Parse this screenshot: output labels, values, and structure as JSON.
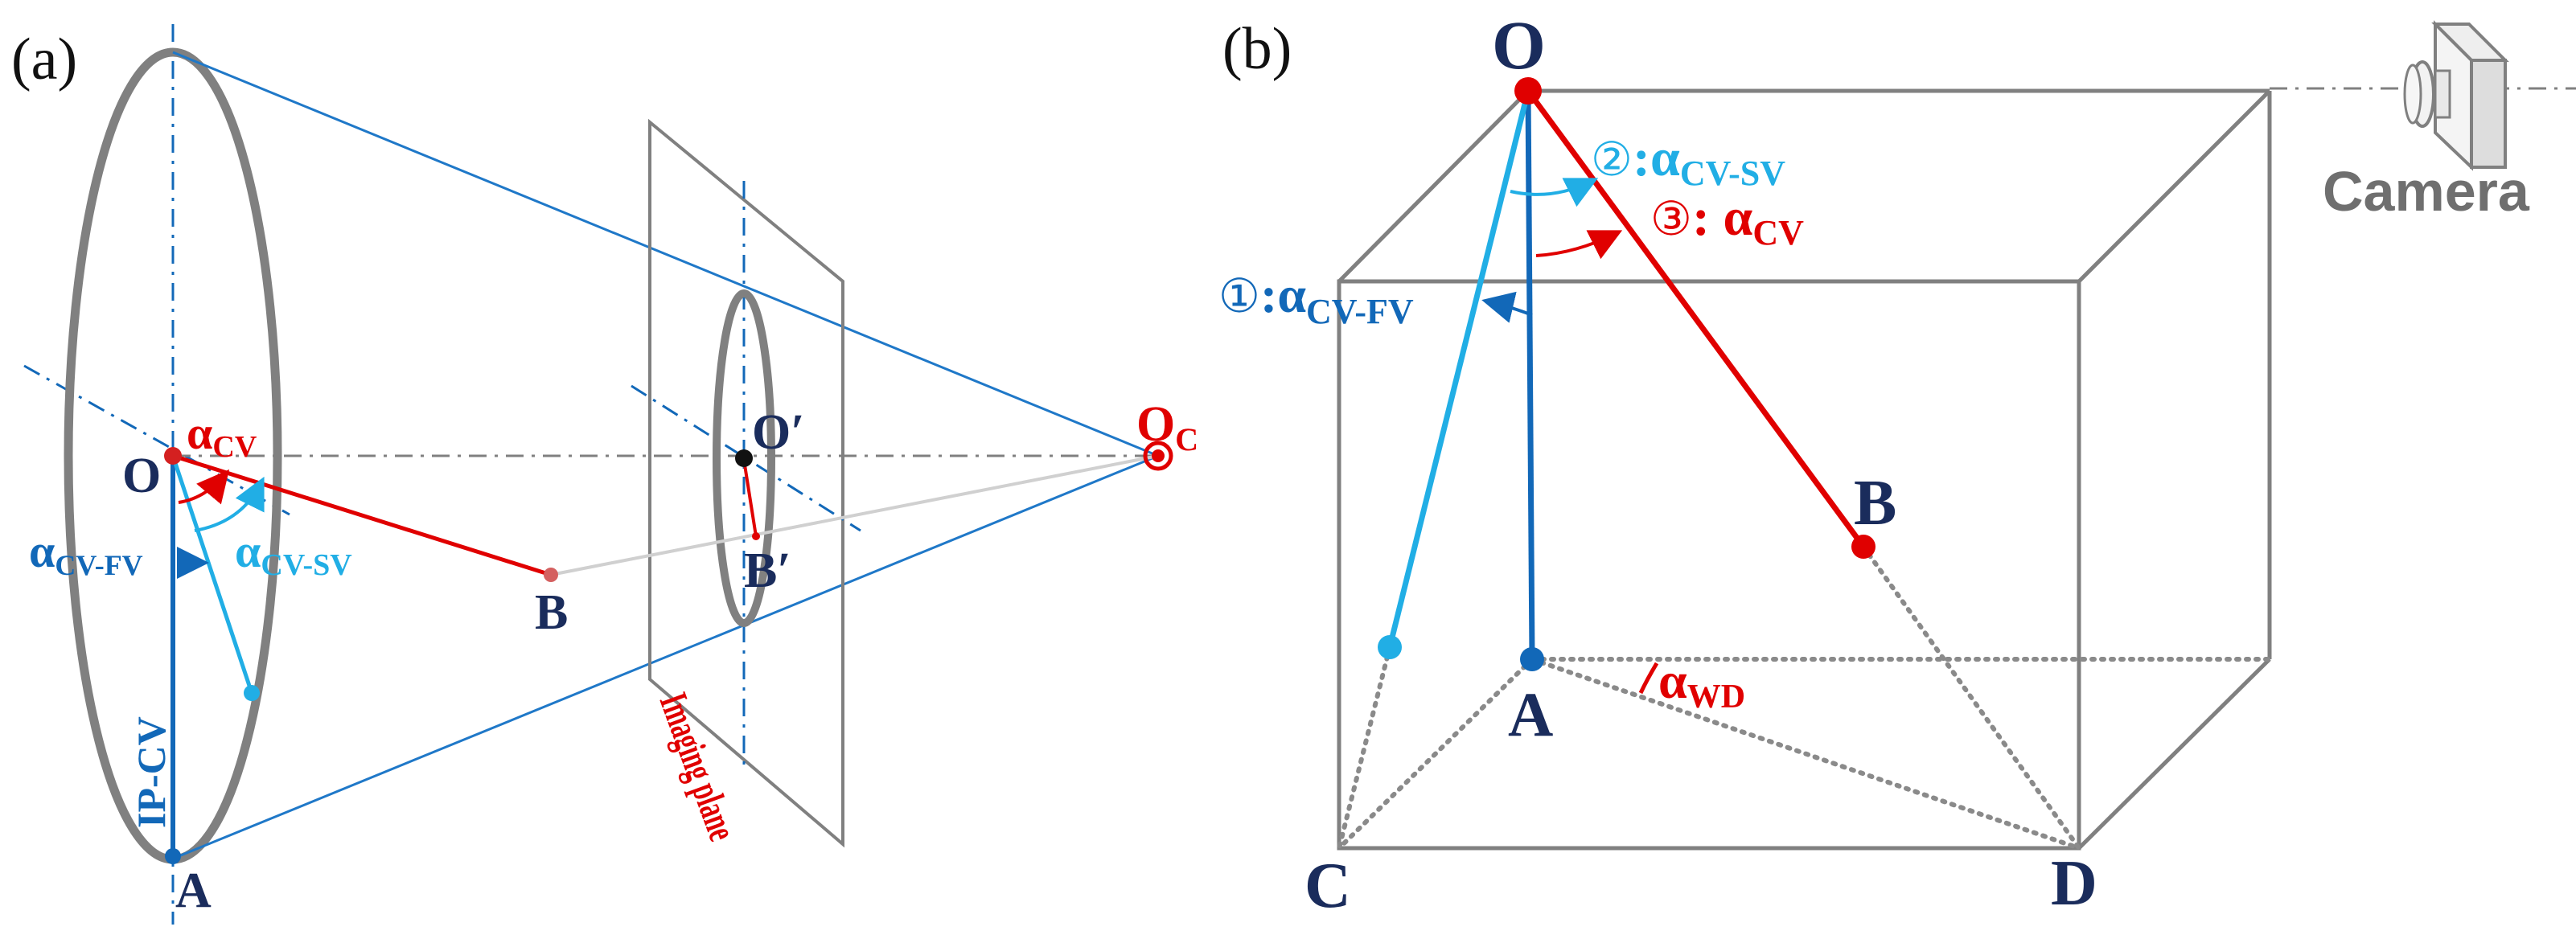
{
  "panel_a": {
    "label": "(a)",
    "point_O": "O",
    "point_A": "A",
    "point_B": "B",
    "point_O_prime": "O′",
    "point_B_prime": "B′",
    "point_Oc_main": "O",
    "point_Oc_sub": "C",
    "alpha_cv_main": "α",
    "alpha_cv_sub": "CV",
    "alpha_cvfv_main": "α",
    "alpha_cvfv_sub": "CV-FV",
    "alpha_cvsv_main": "α",
    "alpha_cvsv_sub": "CV-SV",
    "ip_cv": "IP-CV",
    "imaging_plane": "Imaging plane"
  },
  "panel_b": {
    "label": "(b)",
    "point_O": "O",
    "point_A": "A",
    "point_B": "B",
    "point_C": "C",
    "point_D": "D",
    "angle1_num": "①",
    "angle1_main": ":α",
    "angle1_sub": "CV-FV",
    "angle2_num": "②",
    "angle2_main": ":α",
    "angle2_sub": "CV-SV",
    "angle3_num": "③",
    "angle3_main": ": α",
    "angle3_sub": "CV",
    "alpha_wd_main": "α",
    "alpha_wd_sub": "WD",
    "camera_label": "Camera"
  },
  "colors": {
    "gray": "#808080",
    "red": "#e00000",
    "light_blue": "#21aee5",
    "dark_blue": "#1268b8",
    "navy": "#1a2c5c"
  }
}
